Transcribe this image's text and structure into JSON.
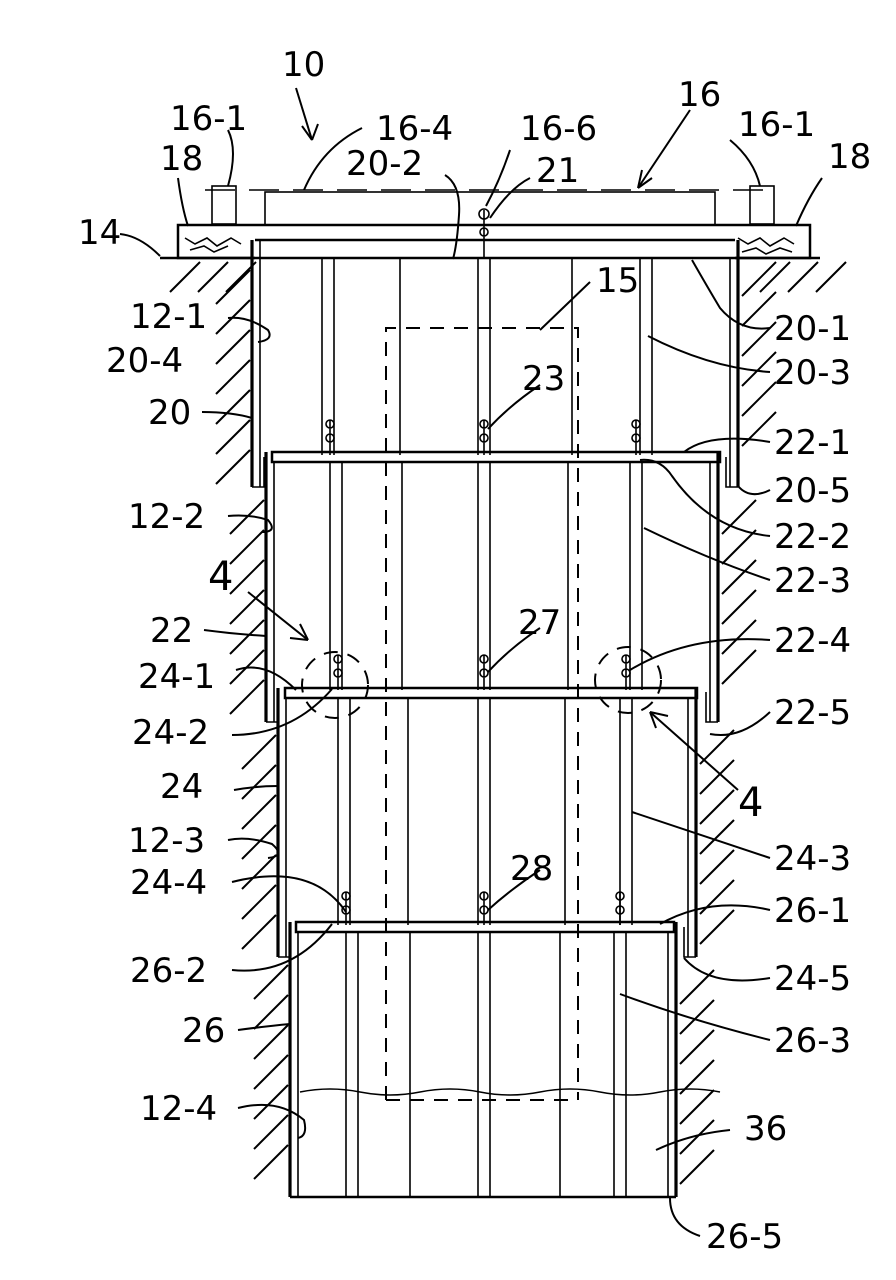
{
  "figure": {
    "labels": {
      "l10": "10",
      "l16_1a": "16-1",
      "l16_4": "16-4",
      "l16_6": "16-6",
      "l16": "16",
      "l16_1b": "16-1",
      "l18a": "18",
      "l18b": "18",
      "l20_2": "20-2",
      "l21": "21",
      "l14": "14",
      "l15": "15",
      "l12_1": "12-1",
      "l20_4": "20-4",
      "l20_1": "20-1",
      "l20_3": "20-3",
      "l20": "20",
      "l23": "23",
      "l22_1": "22-1",
      "l20_5": "20-5",
      "l12_2": "12-2",
      "l22_2": "22-2",
      "l22_3": "22-3",
      "l4a": "4",
      "l27": "27",
      "l22": "22",
      "l22_4": "22-4",
      "l24_1": "24-1",
      "l22_5": "22-5",
      "l24_2": "24-2",
      "l24": "24",
      "l4b": "4",
      "l12_3": "12-3",
      "l24_3": "24-3",
      "l24_4": "24-4",
      "l28": "28",
      "l26_1": "26-1",
      "l26_2": "26-2",
      "l24_5": "24-5",
      "l26": "26",
      "l26_3": "26-3",
      "l12_4": "12-4",
      "l36": "36",
      "l26_5": "26-5"
    }
  }
}
